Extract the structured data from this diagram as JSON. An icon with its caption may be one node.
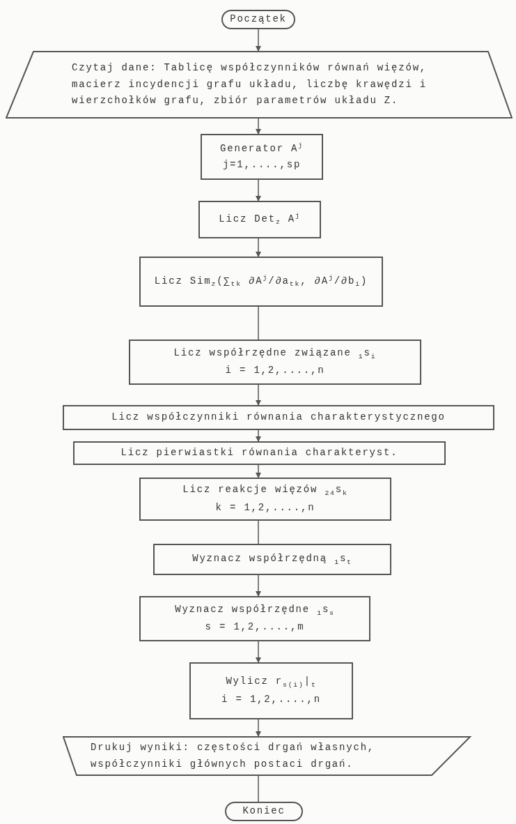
{
  "diagram": {
    "nodes": [
      {
        "text": [
          "Początek"
        ]
      },
      {
        "text": [
          "Czytaj dane: Tablicę współczynników równań więzów, macierz incydencji grafu układu, liczbę krawędzi i wierzchołków grafu, zbiór parametrów układu Z."
        ]
      },
      {
        "text": [
          "Generator A$^{j}$",
          "j=1,....,sp"
        ]
      },
      {
        "text": [
          "Licz Det$_{z}$ A$^{j}$"
        ]
      },
      {
        "text": [
          "Licz Sim$_{z}$(∑$_{tk}$ ∂A$^{j}$/∂a$_{tk}$, ∂A$^{j}$/∂b$_{i}$)"
        ]
      },
      {
        "text": [
          "Licz współrzędne związane $_{1}$s$_{i}$",
          "i = 1,2,....,n"
        ]
      },
      {
        "text": [
          "Licz współczynniki równania charakterystycznego"
        ]
      },
      {
        "text": [
          "Licz pierwiastki równania charakteryst."
        ]
      },
      {
        "text": [
          "Licz reakcje więzów $_{24}$s$_{k}$",
          "k = 1,2,....,n"
        ]
      },
      {
        "text": [
          "Wyznacz współrzędną $_{1}$s$_{t}$"
        ]
      },
      {
        "text": [
          "Wyznacz współrzędne $_{1}$s$_{s}$",
          "s = 1,2,....,m"
        ]
      },
      {
        "text": [
          "Wylicz r$_{s(i)}$|$_{t}$",
          "i = 1,2,....,n"
        ]
      },
      {
        "text": [
          "Drukuj wyniki: częstości drgań własnych, współczynniki głównych postaci drgań."
        ]
      },
      {
        "text": [
          "Koniec"
        ]
      }
    ],
    "edges": [
      {
        "from": 0,
        "to": 1,
        "arrow": "to"
      },
      {
        "from": 1,
        "to": 2,
        "arrow": "to"
      },
      {
        "from": 2,
        "to": 3,
        "arrow": "to"
      },
      {
        "from": 3,
        "to": 4,
        "arrow": "to"
      },
      {
        "from": 4,
        "to": 5,
        "arrow": "none"
      },
      {
        "from": 5,
        "to": 6,
        "arrow": "to"
      },
      {
        "from": 6,
        "to": 7,
        "arrow": "to"
      },
      {
        "from": 7,
        "to": 8,
        "arrow": "to"
      },
      {
        "from": 8,
        "to": 9,
        "arrow": "none"
      },
      {
        "from": 9,
        "to": 10,
        "arrow": "to"
      },
      {
        "from": 10,
        "to": 11,
        "arrow": "to"
      },
      {
        "from": 11,
        "to": 12,
        "arrow": "to"
      },
      {
        "from": 12,
        "to": 13,
        "arrow": "none"
      }
    ]
  }
}
